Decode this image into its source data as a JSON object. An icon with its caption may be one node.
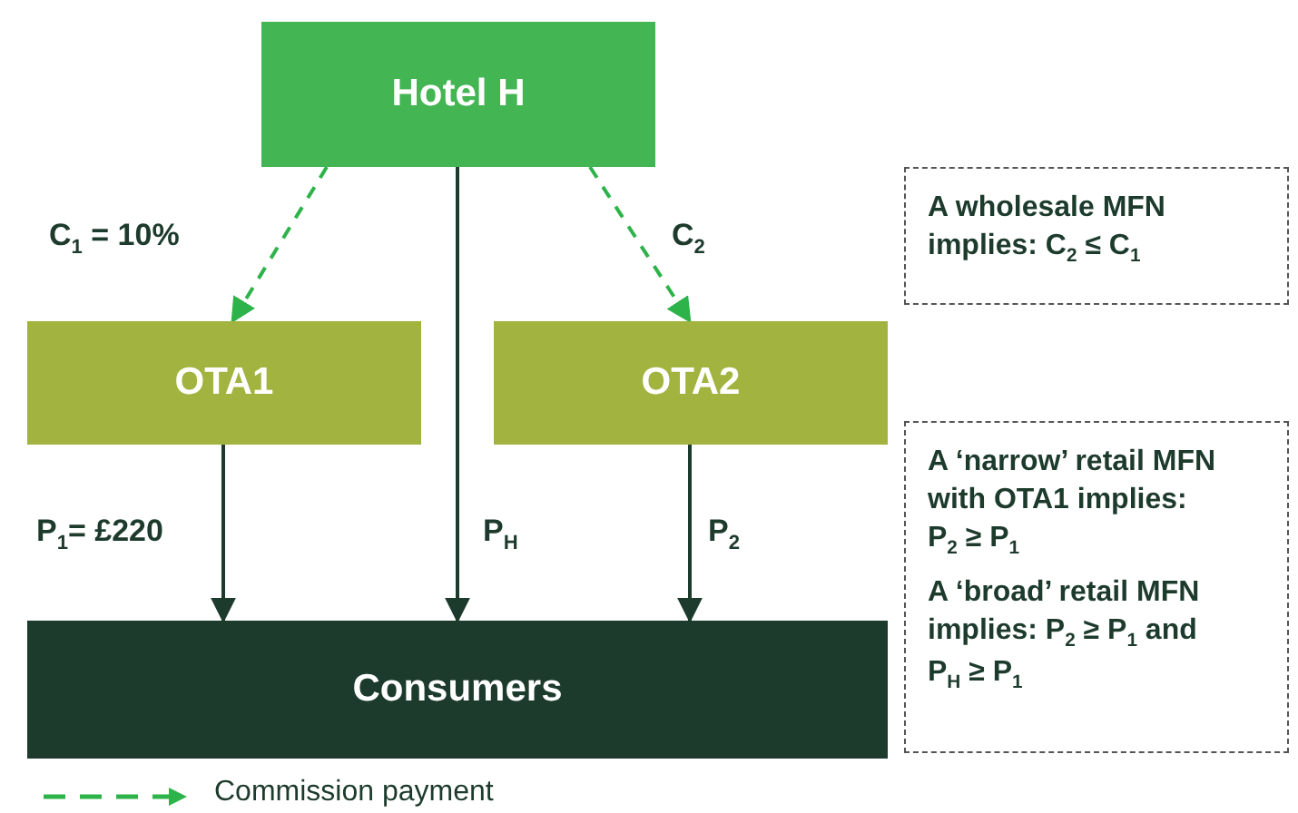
{
  "diagram": {
    "nodes": [
      {
        "text": [
          "Hotel H"
        ]
      },
      {
        "text": [
          "OTA1"
        ]
      },
      {
        "text": [
          "OTA2"
        ]
      },
      {
        "text": [
          "Consumers"
        ]
      },
      {
        "text": [
          "A wholesale MFN implies: C$_{2}$ ≤ C$_{1}$"
        ]
      },
      {
        "text": [
          "A ‘narrow’ retail MFN with OTA1 implies: P$_{2}$ ≥ P$_{1}$",
          "A ‘broad’ retail MFN implies: P$_{2}$ ≥ P$_{1}$ and P$_{H}$ ≥ P$_{1}$"
        ]
      }
    ],
    "edges": [
      {
        "from": 0,
        "to": 1,
        "arrow": "to",
        "label": "C$_{1}$ = 10%",
        "style": "dashed",
        "color": "#2db34a"
      },
      {
        "from": 0,
        "to": 2,
        "arrow": "to",
        "label": "C$_{2}$",
        "style": "dashed",
        "color": "#2db34a"
      },
      {
        "from": 0,
        "to": 3,
        "arrow": "to",
        "label": "P$_{H}$"
      },
      {
        "from": 1,
        "to": 3,
        "arrow": "to",
        "label": "P$_{1}$= £220"
      },
      {
        "from": 2,
        "to": 3,
        "arrow": "to",
        "label": "P$_{2}$"
      }
    ],
    "legend": [
      {
        "text": "Commission payment"
      }
    ]
  }
}
